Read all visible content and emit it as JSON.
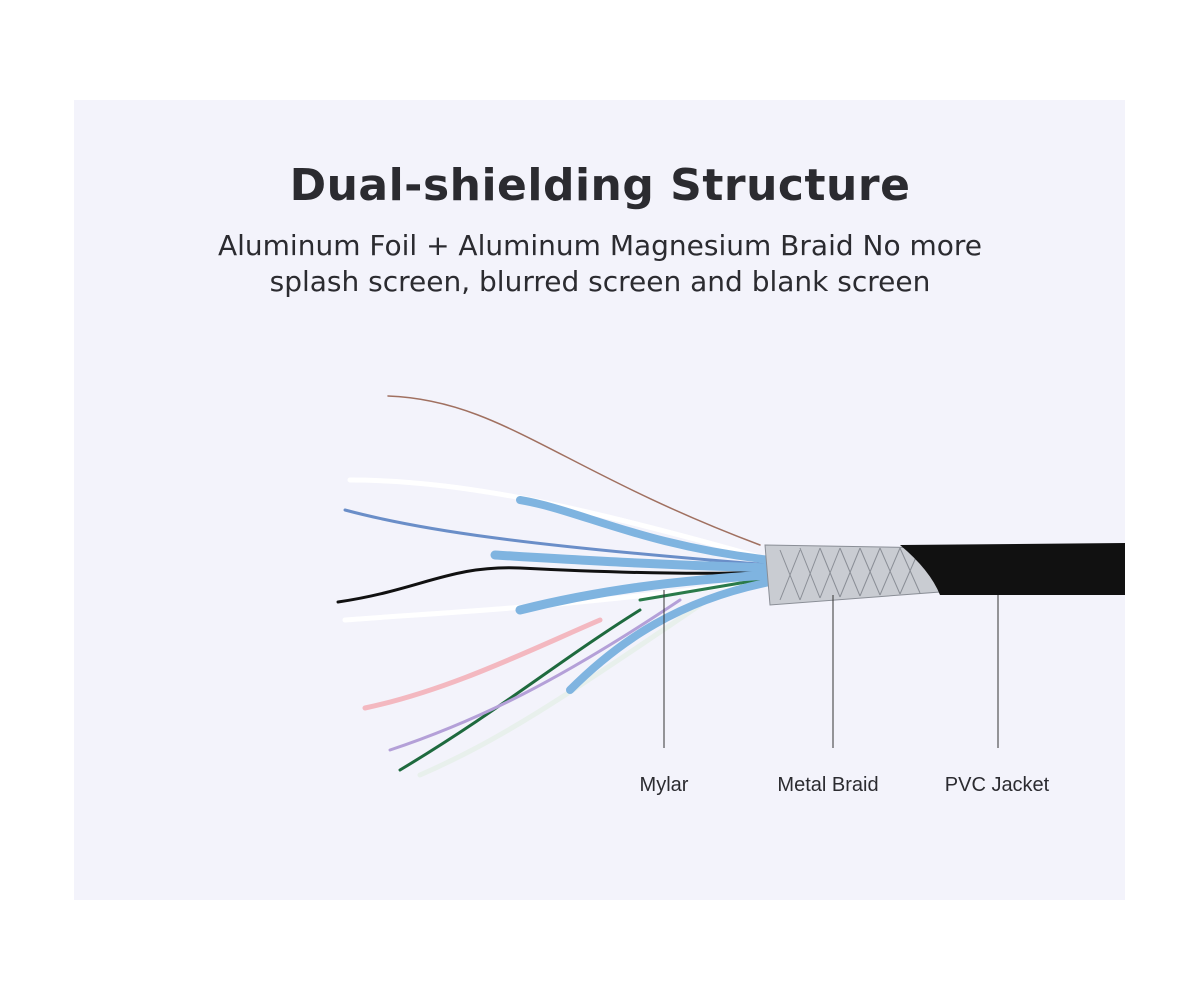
{
  "title": "Dual-shielding Structure",
  "subtitle": {
    "line1": "Aluminum Foil + Aluminum Magnesium Braid No more",
    "line2": "splash screen, blurred screen and blank screen"
  },
  "labels": {
    "mylar": "Mylar",
    "metal_braid": "Metal Braid",
    "pvc_jacket": "PVC Jacket"
  },
  "colors": {
    "panel": "#f3f3fb",
    "text": "#2b2b30",
    "jacket": "#111111",
    "foil": "#7fb4e0"
  }
}
